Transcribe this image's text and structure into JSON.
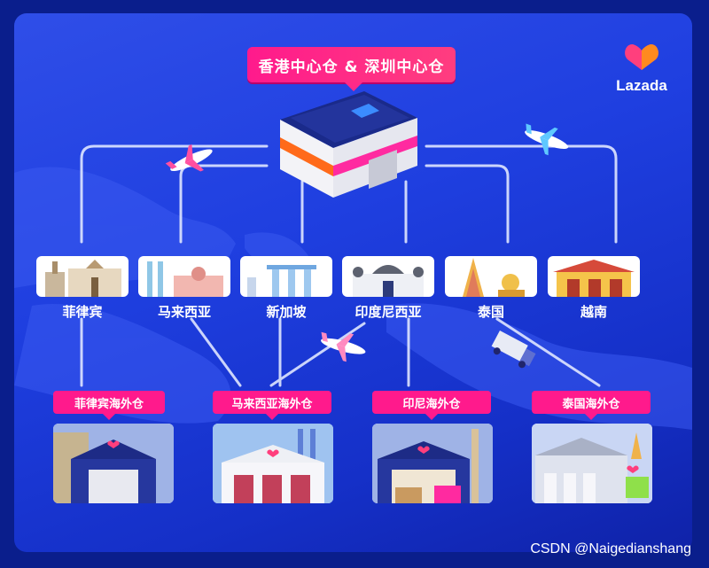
{
  "hub": {
    "label": "香港中心仓 & 深圳中心仓"
  },
  "brand": {
    "name": "Lazada",
    "color": "#ff3f7d"
  },
  "countries": [
    {
      "name": "菲律宾"
    },
    {
      "name": "马来西亚"
    },
    {
      "name": "新加坡"
    },
    {
      "name": "印度尼西亚"
    },
    {
      "name": "泰国"
    },
    {
      "name": "越南"
    }
  ],
  "warehouses": [
    {
      "label": "菲律宾海外仓"
    },
    {
      "label": "马来西亚海外仓"
    },
    {
      "label": "印尼海外仓"
    },
    {
      "label": "泰国海外仓"
    }
  ],
  "watermark": "CSDN @Naigedianshang",
  "colors": {
    "background": "#1f3fe0",
    "accent": "#ff1a8c",
    "line": "#dfe6ff"
  }
}
